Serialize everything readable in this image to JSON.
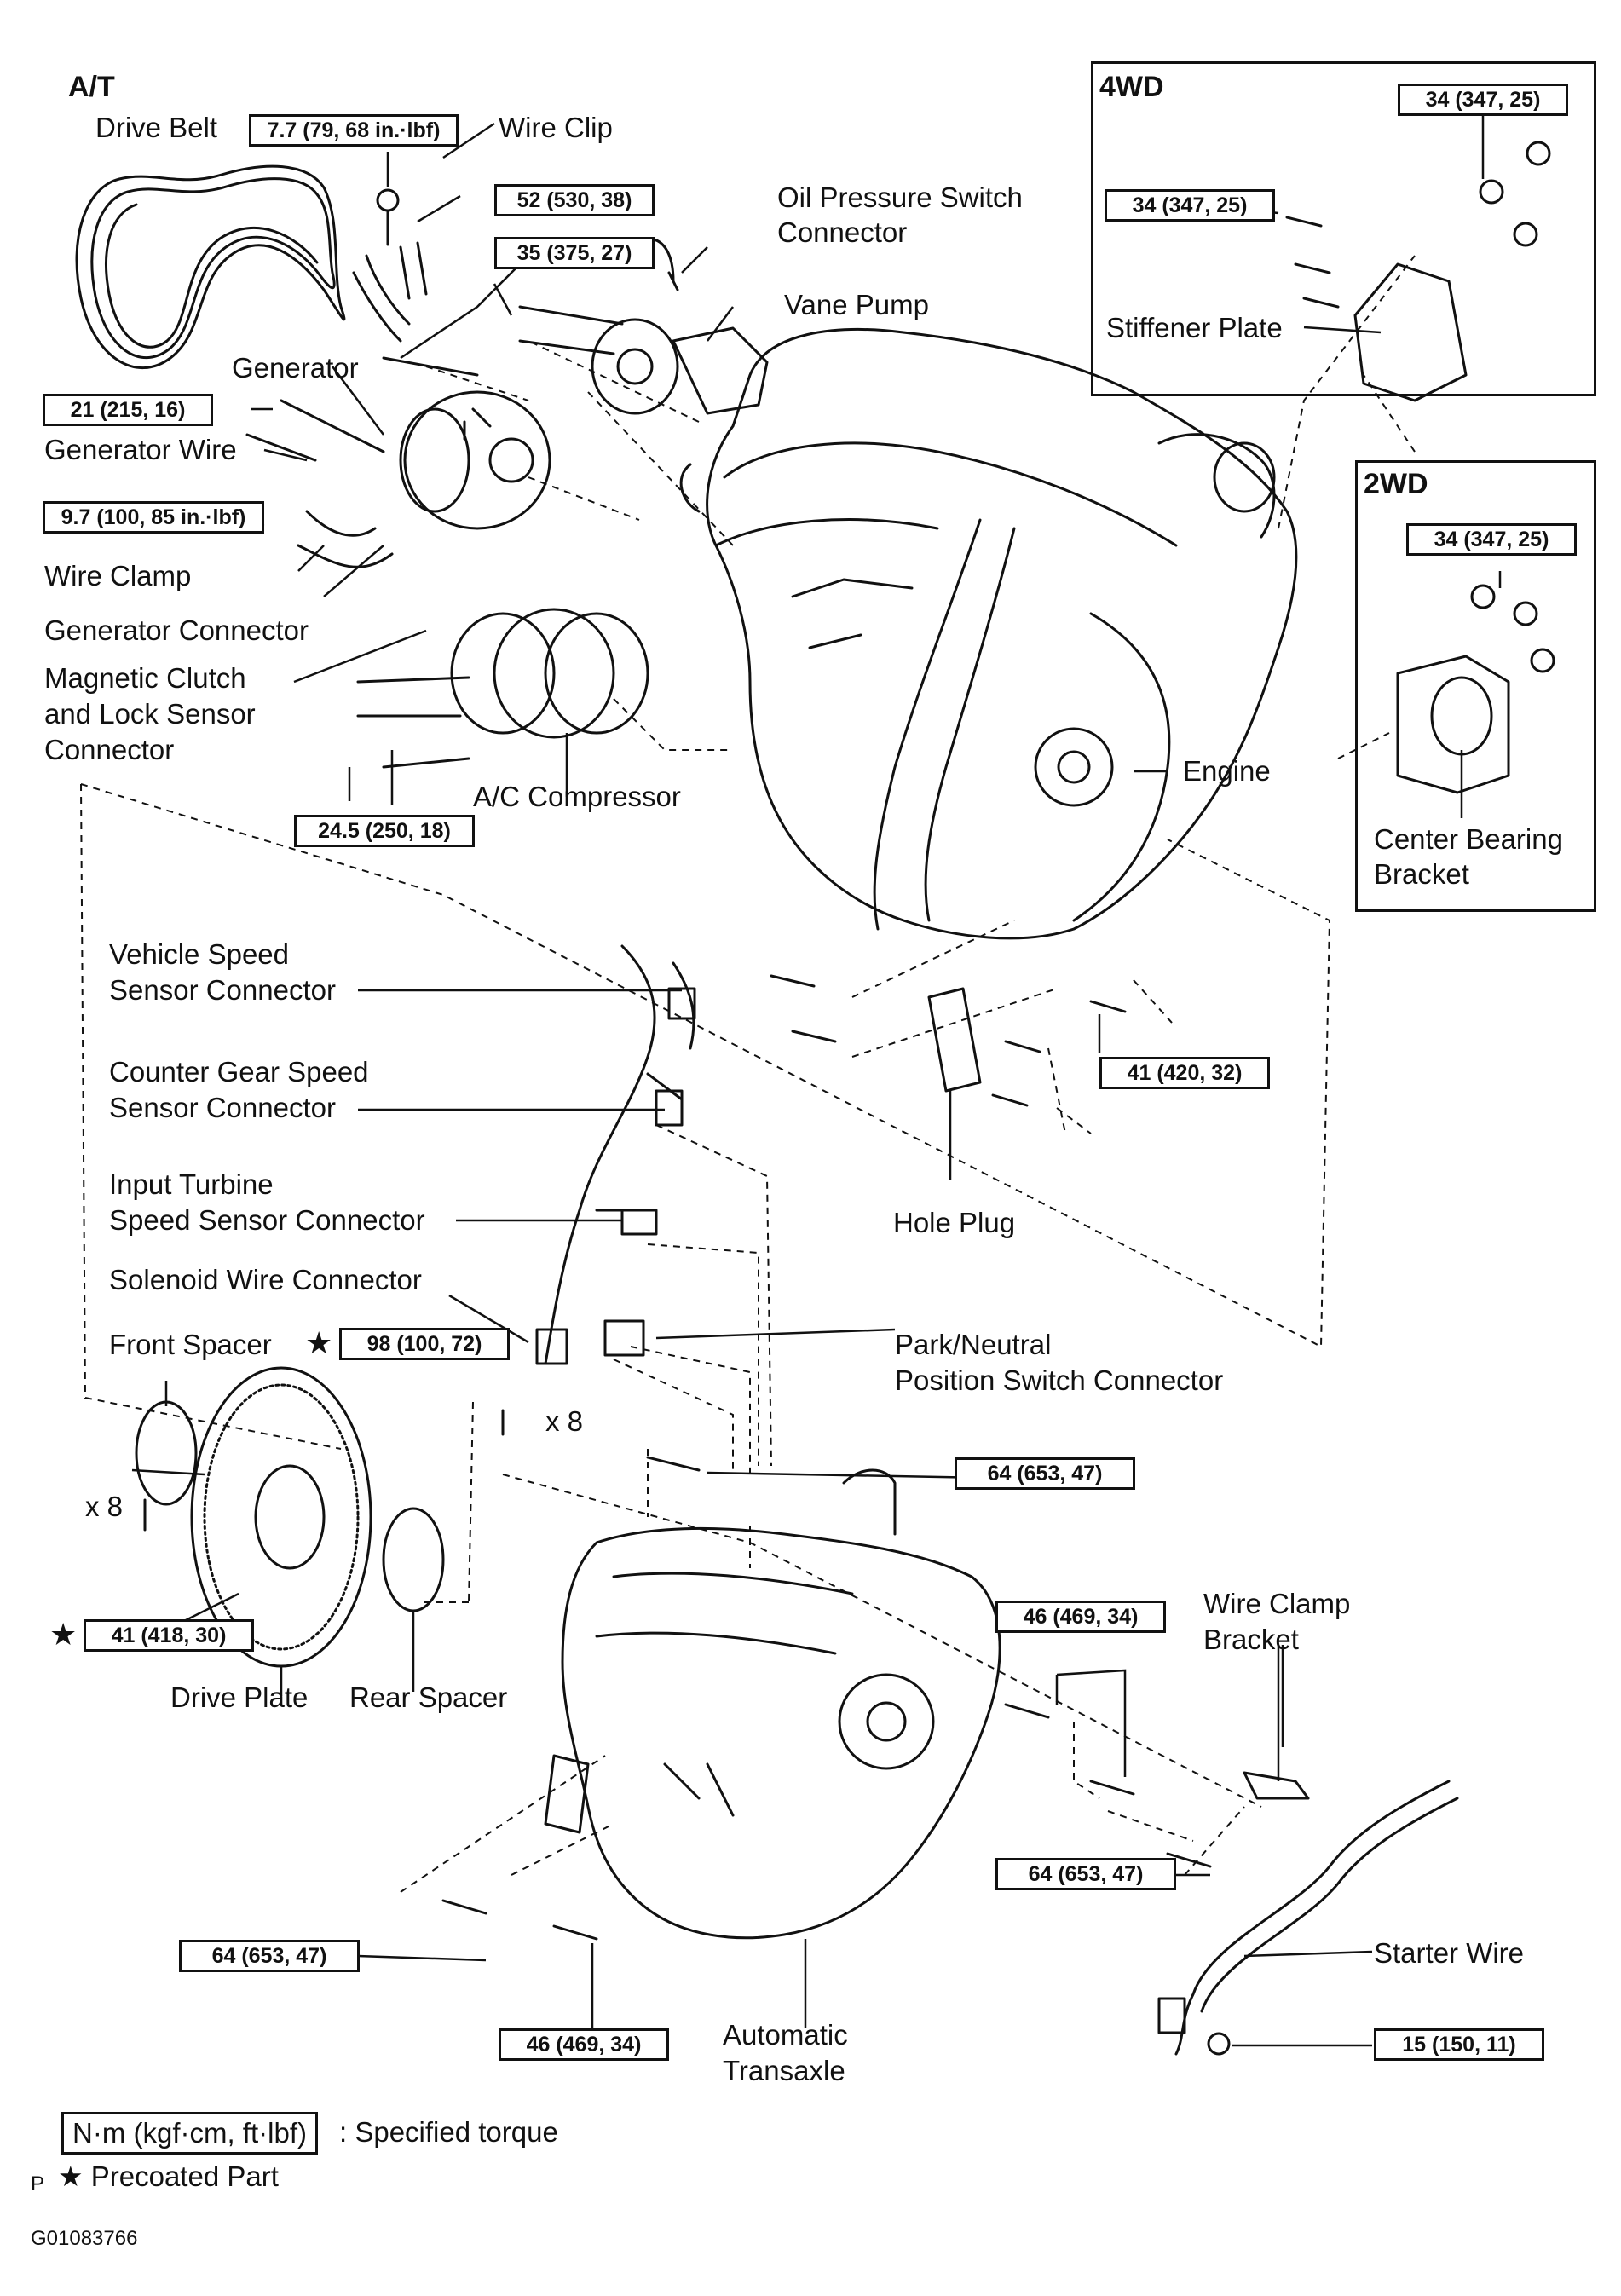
{
  "labels": {
    "at": "A/T",
    "drive_belt": "Drive Belt",
    "wire_clip": "Wire Clip",
    "oil_pressure_switch_connector_1": "Oil Pressure Switch",
    "oil_pressure_switch_connector_2": "Connector",
    "vane_pump": "Vane Pump",
    "generator": "Generator",
    "generator_wire": "Generator Wire",
    "wire_clamp": "Wire Clamp",
    "generator_connector": "Generator Connector",
    "magnetic_clutch_1": "Magnetic Clutch",
    "magnetic_clutch_2": "and Lock Sensor",
    "magnetic_clutch_3": "Connector",
    "ac_compressor": "A/C Compressor",
    "engine": "Engine",
    "fourwd": "4WD",
    "stiffener_plate": "Stiffener Plate",
    "twowd": "2WD",
    "center_bearing_1": "Center Bearing",
    "center_bearing_2": "Bracket",
    "vss_1": "Vehicle Speed",
    "vss_2": "Sensor Connector",
    "cgss_1": "Counter Gear Speed",
    "cgss_2": "Sensor Connector",
    "its_1": "Input Turbine",
    "its_2": "Speed Sensor Connector",
    "solenoid": "Solenoid Wire Connector",
    "front_spacer": "Front Spacer",
    "hole_plug": "Hole Plug",
    "pn_1": "Park/Neutral",
    "pn_2": "Position Switch Connector",
    "x8_a": "x 8",
    "x8_b": "x 8",
    "drive_plate": "Drive Plate",
    "rear_spacer": "Rear Spacer",
    "wire_clamp_bracket_1": "Wire Clamp",
    "wire_clamp_bracket_2": "Bracket",
    "starter_wire": "Starter Wire",
    "auto_transaxle_1": "Automatic",
    "auto_transaxle_2": "Transaxle"
  },
  "torques": {
    "t_7_7": "7.7 (79, 68 in.·lbf)",
    "t_52": "52 (530, 38)",
    "t_35": "35 (375, 27)",
    "t_21": "21 (215, 16)",
    "t_9_7": "9.7 (100, 85 in.·lbf)",
    "t_24_5": "24.5 (250, 18)",
    "t_4wd_top": "34 (347, 25)",
    "t_4wd_left": "34 (347, 25)",
    "t_2wd": "34 (347, 25)",
    "t_41_420": "41 (420, 32)",
    "t_98": "98 (100, 72)",
    "t_64_top": "64 (653, 47)",
    "t_41_418": "41 (418, 30)",
    "t_46_right": "46 (469, 34)",
    "t_64_right": "64 (653, 47)",
    "t_64_left": "64 (653, 47)",
    "t_46_bottom": "46 (469, 34)",
    "t_15": "15 (150, 11)"
  },
  "legend": {
    "box_text": "N·m (kgf·cm, ft·lbf)",
    "specified_torque": ": Specified torque",
    "p_mark": "P",
    "precoated": "★ Precoated Part",
    "figure_code": "G01083766"
  },
  "star_symbol": "★"
}
